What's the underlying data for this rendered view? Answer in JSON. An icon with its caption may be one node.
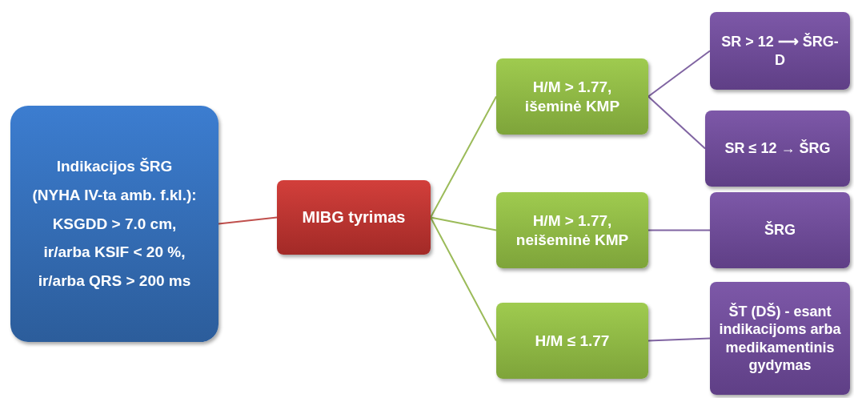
{
  "diagram": {
    "nodes": [
      {
        "text": [
          "Indikacijos ŠRG",
          "(NYHA IV-ta amb. f.kl.):",
          "KSGDD > 7.0 cm,",
          "ir/arba KSIF < 20 %,",
          "ir/arba QRS > 200 ms"
        ]
      },
      {
        "text": [
          "MIBG tyrimas"
        ]
      },
      {
        "text": [
          "H/M > 1.77, išeminė KMP"
        ]
      },
      {
        "text": [
          "H/M > 1.77, neišeminė KMP"
        ]
      },
      {
        "text": [
          "H/M ≤ 1.77"
        ]
      },
      {
        "text": [
          "SR > 12 ⟶ ŠRG-D"
        ]
      },
      {
        "text": [
          "SR ≤ 12 → ŠRG"
        ]
      },
      {
        "text": [
          "ŠRG"
        ]
      },
      {
        "text": [
          "ŠT (DŠ) - esant indikacijoms arba medikamentinis gydymas"
        ]
      }
    ],
    "edges": [
      {
        "from": 0,
        "to": 1,
        "arrow": "none",
        "color": "#c0504d"
      },
      {
        "from": 1,
        "to": 2,
        "arrow": "none",
        "color": "#9bbb59"
      },
      {
        "from": 1,
        "to": 3,
        "arrow": "none",
        "color": "#9bbb59"
      },
      {
        "from": 1,
        "to": 4,
        "arrow": "none",
        "color": "#9bbb59"
      },
      {
        "from": 2,
        "to": 5,
        "arrow": "none"
      },
      {
        "from": 2,
        "to": 6,
        "arrow": "none"
      },
      {
        "from": 3,
        "to": 7,
        "arrow": "none"
      },
      {
        "from": 4,
        "to": 8,
        "arrow": "none"
      }
    ]
  }
}
